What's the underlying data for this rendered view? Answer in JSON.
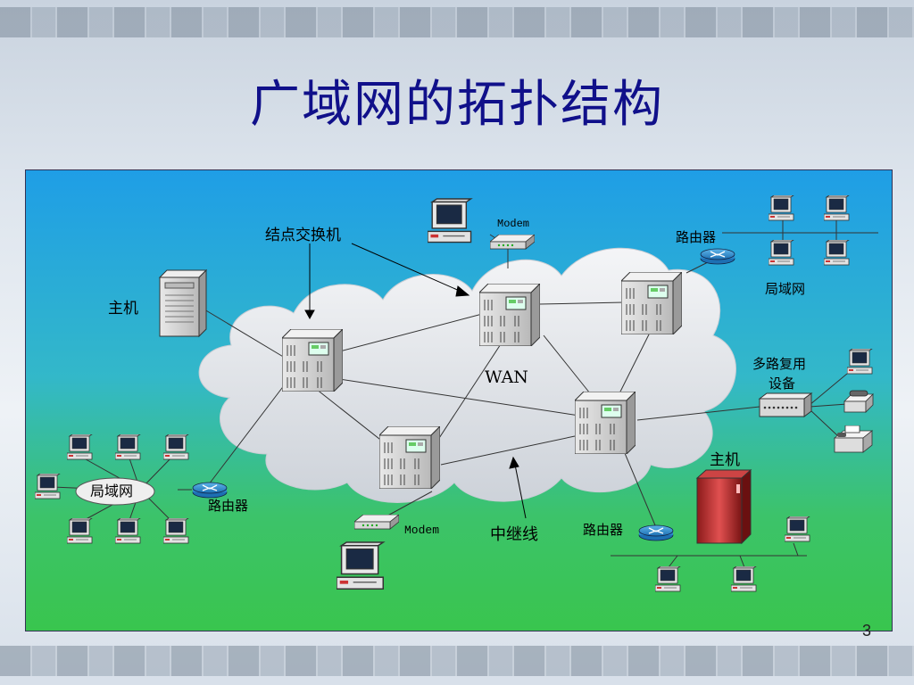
{
  "slide": {
    "title": "广域网的拓扑结构",
    "page_number": "3"
  },
  "diagram": {
    "wan_label": "WAN",
    "switch_label": "结点交换机",
    "host_label": "主机",
    "modem_top_label": "Modem",
    "modem_bottom_label": "Modem",
    "router_top_label": "路由器",
    "router_left_label": "路由器",
    "router_bottom_label": "路由器",
    "lan_top_label": "局域网",
    "lan_left_label": "局域网",
    "mux_label_line1": "多路复用",
    "mux_label_line2": "设备",
    "host_bottom_label": "主机",
    "trunk_label": "中继线"
  },
  "colors": {
    "title": "#10108a",
    "cloud": "#e6e9ee",
    "background_top": "#1f9ee6",
    "background_bottom": "#39c54e"
  }
}
